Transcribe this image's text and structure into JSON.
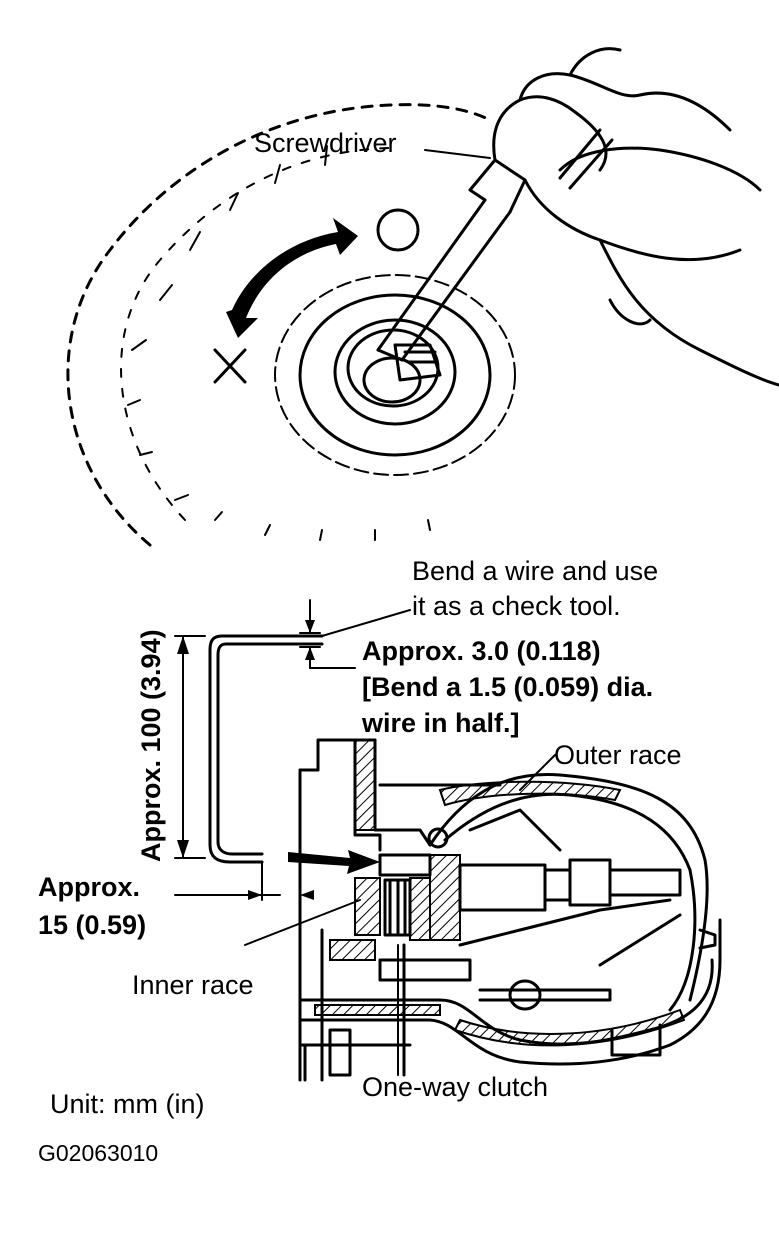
{
  "labels": {
    "screwdriver": "Screwdriver",
    "check_tool_line1": "Bend a wire and use",
    "check_tool_line2": "it as a check tool.",
    "approx_3": "Approx. 3.0 (0.118)",
    "bend_line1": "[Bend a 1.5 (0.059) dia.",
    "bend_line2": "wire in half.]",
    "approx_100": "Approx. 100 (3.94)",
    "outer_race": "Outer race",
    "approx_15_line1": "Approx.",
    "approx_15_line2": "15 (0.59)",
    "inner_race": "Inner race",
    "one_way_clutch": "One-way clutch",
    "unit": "Unit: mm (in)",
    "figure_code": "G02063010"
  },
  "colors": {
    "ink": "#000000",
    "background": "#ffffff"
  }
}
